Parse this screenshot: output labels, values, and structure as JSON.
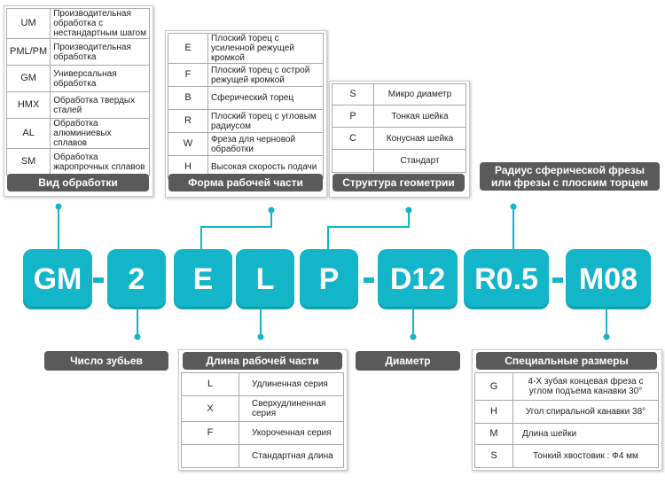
{
  "code_segments": [
    "GM",
    "2",
    "E",
    "L",
    "P",
    "D12",
    "R0.5",
    "M08"
  ],
  "colors": {
    "accent": "#13b5c9",
    "label_bg": "#5a5a5a"
  },
  "processing": {
    "title": "Вид обработки",
    "rows": [
      {
        "code": "UM",
        "desc": "Производительная обработка с нестандартным шагом"
      },
      {
        "code": "PML/PM",
        "desc": "Производительная обработка"
      },
      {
        "code": "GM",
        "desc": "Универсальная обработка"
      },
      {
        "code": "HMX",
        "desc": "Обработка твердых сталей"
      },
      {
        "code": "AL",
        "desc": "Обработка алюминиевых сплавов"
      },
      {
        "code": "SM",
        "desc": "Обработка жаропрочных сплавов"
      }
    ]
  },
  "shape": {
    "title": "Форма рабочей части",
    "rows": [
      {
        "code": "E",
        "desc": "Плоский торец с усиленной режущей кромкой"
      },
      {
        "code": "F",
        "desc": "Плоский торец с острой режущей кромкой"
      },
      {
        "code": "B",
        "desc": "Сферический торец"
      },
      {
        "code": "R",
        "desc": "Плоский торец с угловым радиусом"
      },
      {
        "code": "W",
        "desc": "Фреза для черновой обработки"
      },
      {
        "code": "H",
        "desc": "Высокая скорость подачи"
      }
    ]
  },
  "geometry": {
    "title": "Структура геометрии",
    "rows": [
      {
        "code": "S",
        "desc": "Микро диаметр"
      },
      {
        "code": "P",
        "desc": "Тонкая шейка"
      },
      {
        "code": "C",
        "desc": "Конусная шейка"
      },
      {
        "code": "",
        "desc": "Стандарт"
      }
    ]
  },
  "radius": {
    "title_line1": "Радиус сферической фрезы",
    "title_line2": "или фрезы с плоским торцем"
  },
  "teeth": {
    "title": "Число зубьев"
  },
  "length": {
    "title": "Длина рабочей части",
    "rows": [
      {
        "code": "L",
        "desc": "Удлиненная серия"
      },
      {
        "code": "X",
        "desc": "Сверхудлиненная серия"
      },
      {
        "code": "F",
        "desc": "Укороченная серия"
      },
      {
        "code": "",
        "desc": "Стандартная длина"
      }
    ]
  },
  "diameter": {
    "title": "Диаметр"
  },
  "special": {
    "title": "Специальные размеры",
    "rows": [
      {
        "code": "G",
        "desc": "4-Х зубая концевая фреза с углом подъема канавки 30°"
      },
      {
        "code": "H",
        "desc": "Угол спиральной канавки 38°"
      },
      {
        "code": "M",
        "desc": "Длина шейки"
      },
      {
        "code": "S",
        "desc": "Тонкий хвостовик : Ф4 мм"
      }
    ]
  }
}
